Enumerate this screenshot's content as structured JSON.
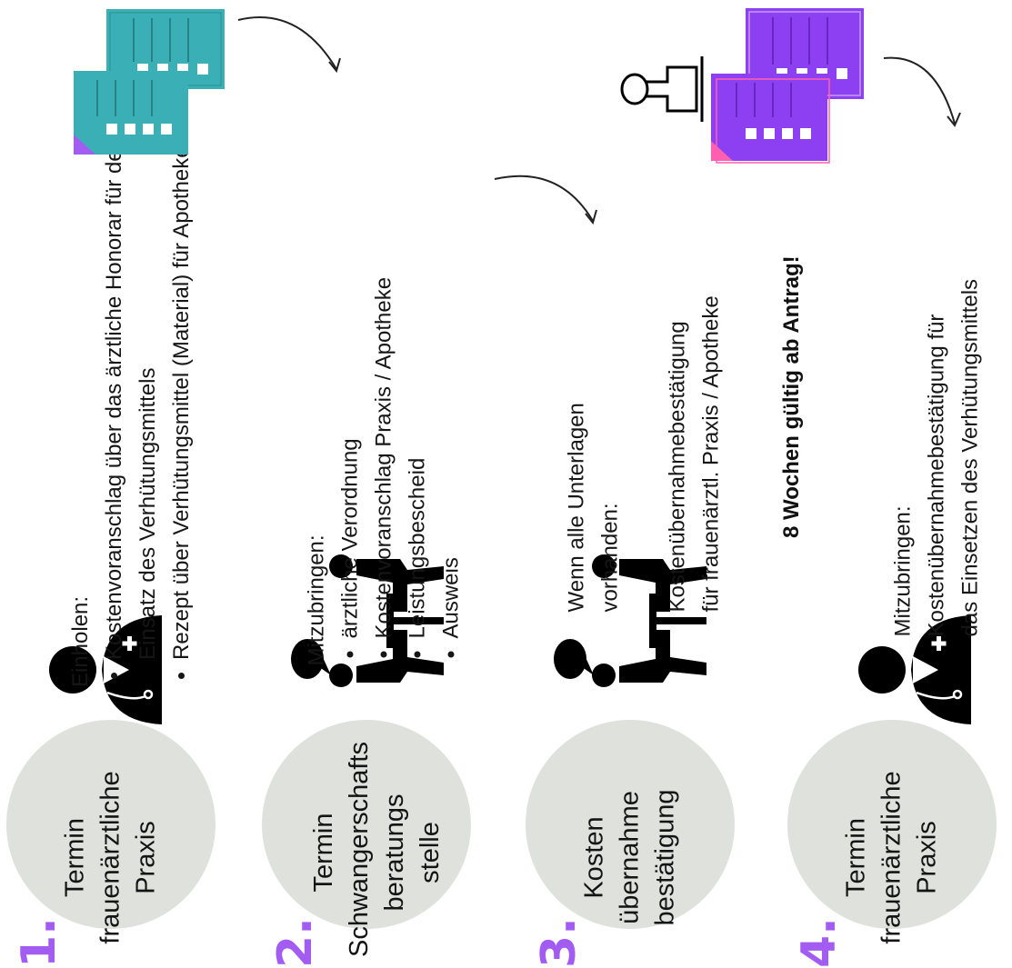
{
  "steps": [
    {
      "number": "1.",
      "title_lines": [
        "Termin",
        "frauenärztliche",
        "Praxis"
      ],
      "heading": "Einholen:",
      "bullets": [
        "Kostenvoranschlag über das ärztliche Honorar für den Einsatz des Verhütungsmittels",
        "Rezept über Verhütungsmittel (Material) für Apotheke"
      ]
    },
    {
      "number": "2.",
      "title_lines": [
        "Termin",
        "Schwangerschafts",
        "beratungs",
        "stelle"
      ],
      "heading": "Mitzubringen:",
      "bullets": [
        "ärztliche Verordnung",
        "Kostenvoranschlag Praxis / Apotheke",
        "Leistungsbescheid",
        "Ausweis"
      ]
    },
    {
      "number": "3.",
      "title_lines": [
        "Kosten",
        "übernahme",
        "bestätigung"
      ],
      "text_lines": [
        "Wenn alle Unterlagen",
        "vorhanden:",
        "",
        "Kostenübernahmebestätigung",
        "für frauenärztl. Praxis / Apotheke"
      ],
      "note": "8 Wochen gültig ab Antrag!"
    },
    {
      "number": "4.",
      "title_lines": [
        "Termin",
        "frauenärztliche",
        "Praxis"
      ],
      "text_lines": [
        "Mitzubringen:",
        "Kostenübernahmebestätigung für",
        "das Einsetzen des Verhütungsmittels"
      ]
    }
  ],
  "colors": {
    "accent_purple": "#a35cf2",
    "circle_gray": "#dee1dc",
    "teal": "#3ab0b6",
    "doc_purple": "#8d40f2",
    "pink": "#ff5fb0"
  },
  "icons": [
    "doctor-icon",
    "meeting-icon",
    "documents-icon",
    "stamp-icon",
    "arrow-icon"
  ]
}
